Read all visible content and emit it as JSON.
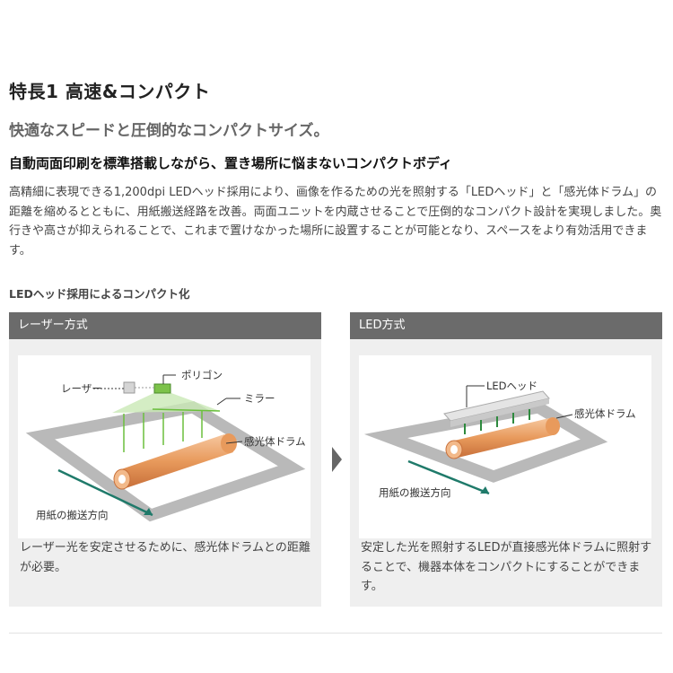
{
  "heading": "特長1 高速&コンパクト",
  "subheading": "快適なスピードと圧倒的なコンパクトサイズ。",
  "feature_title": "自動両面印刷を標準搭載しながら、置き場所に悩まないコンパクトボディ",
  "description": "高精細に表現できる1,200dpi LEDヘッド採用により、画像を作るための光を照射する「LEDヘッド」と「感光体ドラム」の距離を縮めるとともに、用紙搬送経路を改善。両面ユニットを内蔵させることで圧倒的なコンパクト設計を実現しました。奥行きや高さが抑えられることで、これまで置けなかった場所に設置することが可能となり、スペースをより有効活用できます。",
  "diagram_title": "LEDヘッド採用によるコンパクト化",
  "laser": {
    "header": "レーザー方式",
    "labels": {
      "laser": "レーザー",
      "polygon": "ポリゴン",
      "mirror": "ミラー",
      "drum": "感光体ドラム",
      "paper": "用紙の搬送方向"
    },
    "caption": "レーザー光を安定させるために、感光体ドラムとの距離が必要。"
  },
  "led": {
    "header": "LED方式",
    "labels": {
      "head": "LEDヘッド",
      "drum": "感光体ドラム",
      "paper": "用紙の搬送方向"
    },
    "caption": "安定した光を照射するLEDが直接感光体ドラムに照射することで、機器本体をコンパクトにすることができます。"
  },
  "colors": {
    "panel_header": "#6b6b6b",
    "panel_bg": "#efefef",
    "drum": "#e89a5c",
    "beam": "#6abf3c",
    "paper_arrow": "#1f7a6a",
    "frame": "#b9b9b9"
  }
}
